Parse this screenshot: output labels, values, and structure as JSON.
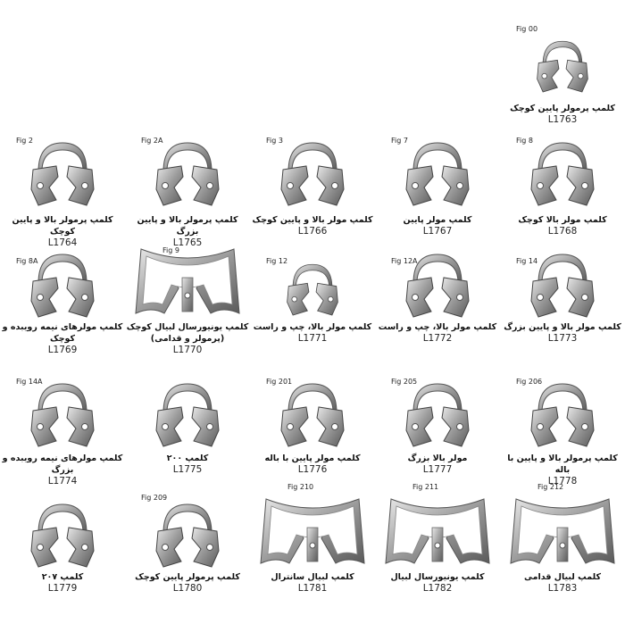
{
  "items": [
    {
      "fig": "Fig 00",
      "name": "کلمپ پرمولر پایین کوچک",
      "code": "L1763",
      "size": "s",
      "style": "std"
    },
    {
      "fig": "Fig 2",
      "name": "کلمپ پرمولر بالا و پایین کوچک",
      "code": "L1764",
      "size": "m",
      "style": "std"
    },
    {
      "fig": "Fig 2A",
      "name": "کلمپ پرمولر بالا و پایین بزرگ",
      "code": "L1765",
      "size": "m",
      "style": "std"
    },
    {
      "fig": "Fig 3",
      "name": "کلمپ مولر بالا و پایین کوچک",
      "code": "L1766",
      "size": "m",
      "style": "std"
    },
    {
      "fig": "Fig 7",
      "name": "کلمپ مولر پایین",
      "code": "L1767",
      "size": "m",
      "style": "std"
    },
    {
      "fig": "Fig 8",
      "name": "کلمپ مولر بالا کوچک",
      "code": "L1768",
      "size": "m",
      "style": "std"
    },
    {
      "fig": "Fig 8A",
      "name": "کلمپ مولرهای نیمه رویبده و کوچک",
      "code": "L1769",
      "size": "m",
      "style": "std"
    },
    {
      "fig": "Fig 9",
      "name": "کلمپ یونیورسال لبیال کوچک (پرمولر و قدامی)",
      "code": "L1770",
      "size": "l",
      "style": "wide"
    },
    {
      "fig": "Fig 12",
      "name": "کلمپ مولر بالا، چپ و راست",
      "code": "L1771",
      "size": "s",
      "style": "std"
    },
    {
      "fig": "Fig 12A",
      "name": "کلمپ مولر بالا، چپ و راست",
      "code": "L1772",
      "size": "m",
      "style": "std"
    },
    {
      "fig": "Fig 14",
      "name": "کلمپ مولر بالا و پایین بزرگ",
      "code": "L1773",
      "size": "m",
      "style": "std"
    },
    {
      "fig": "Fig 14A",
      "name": "کلمپ مولرهای نیمه رویبده و بزرگ",
      "code": "L1774",
      "size": "m",
      "style": "std"
    },
    {
      "fig": "",
      "name": "کلمپ ۲۰۰",
      "code": "L1775",
      "size": "m",
      "style": "std"
    },
    {
      "fig": "Fig 201",
      "name": "کلمپ مولر پایین با باله",
      "code": "L1776",
      "size": "m",
      "style": "std"
    },
    {
      "fig": "Fig 205",
      "name": "مولر بالا بزرگ",
      "code": "L1777",
      "size": "m",
      "style": "std"
    },
    {
      "fig": "Fig 206",
      "name": "کلمپ پرمولر بالا و پایین با باله",
      "code": "L1778",
      "size": "m",
      "style": "std"
    },
    {
      "fig": "",
      "name": "کلمپ ۲۰۷",
      "code": "L1779",
      "size": "m",
      "style": "std"
    },
    {
      "fig": "Fig 209",
      "name": "کلمپ پرمولر پایین کوچک",
      "code": "L1780",
      "size": "m",
      "style": "std"
    },
    {
      "fig": "Fig 210",
      "name": "کلمپ لبیال سانترال",
      "code": "L1781",
      "size": "l",
      "style": "wide"
    },
    {
      "fig": "Fig 211",
      "name": "کلمپ یونیورسال لبیال",
      "code": "L1782",
      "size": "l",
      "style": "wide"
    },
    {
      "fig": "Fig 212",
      "name": "کلمپ لبیال قدامی",
      "code": "L1783",
      "size": "l",
      "style": "wide"
    }
  ]
}
